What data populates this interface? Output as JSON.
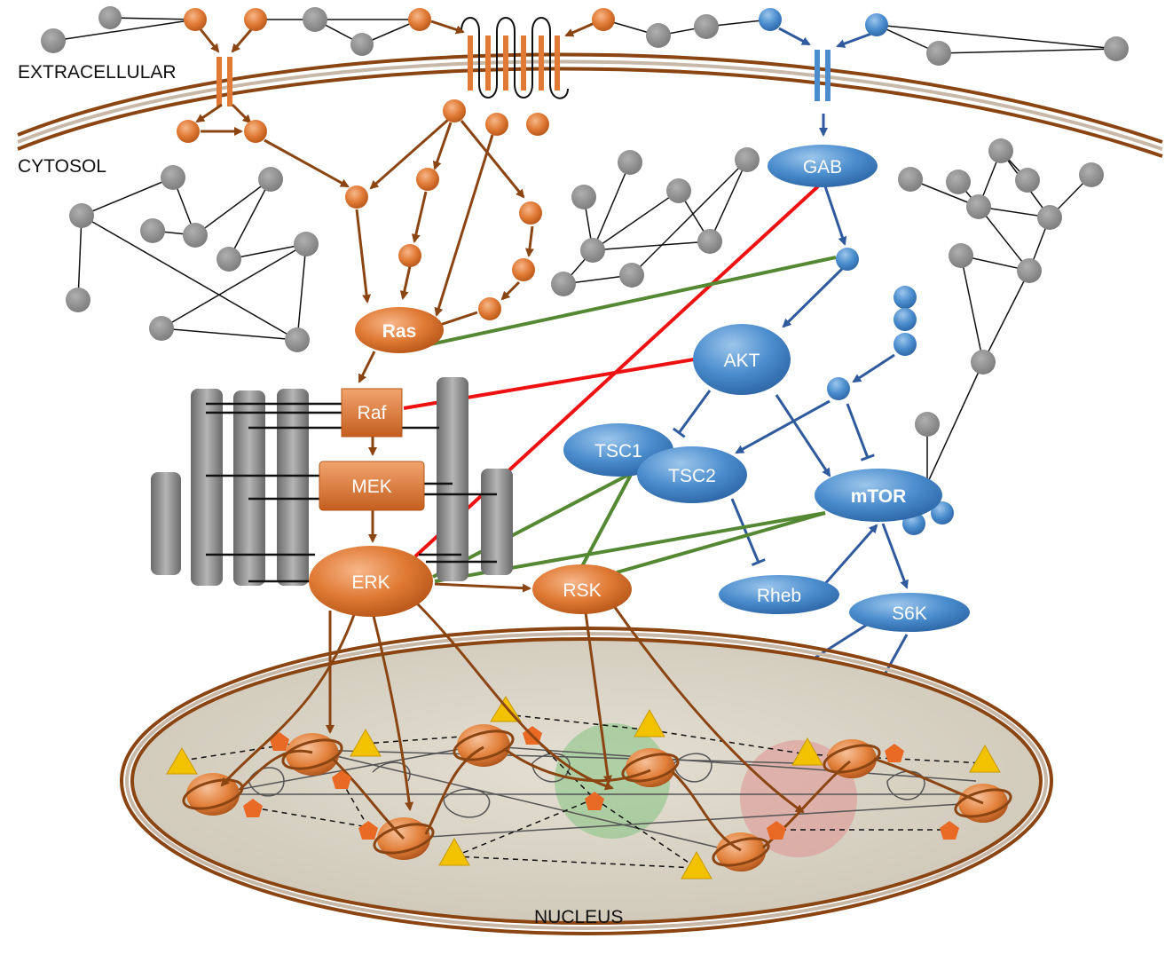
{
  "regions": {
    "extracellular": "EXTRACELLULAR",
    "cytosol": "CYTOSOL",
    "nucleus": "NUCLEUS"
  },
  "nodes": {
    "ras": "Ras",
    "raf": "Raf",
    "mek": "MEK",
    "erk": "ERK",
    "rsk": "RSK",
    "gab": "GAB",
    "akt": "AKT",
    "tsc1": "TSC1",
    "tsc2": "TSC2",
    "mtor": "mTOR",
    "rheb": "Rheb",
    "s6k": "S6K"
  },
  "colors": {
    "mapk_pathway": "#d4702a",
    "pi3k_pathway": "#3f7fc0",
    "unrelated": "#8a8a8a",
    "membrane": "#8b4513",
    "negative_edge": "#ee1111",
    "positive_edge": "#558833",
    "transcription_factor": "#f2c200",
    "nucleus_fill": "#dcd6c8"
  }
}
